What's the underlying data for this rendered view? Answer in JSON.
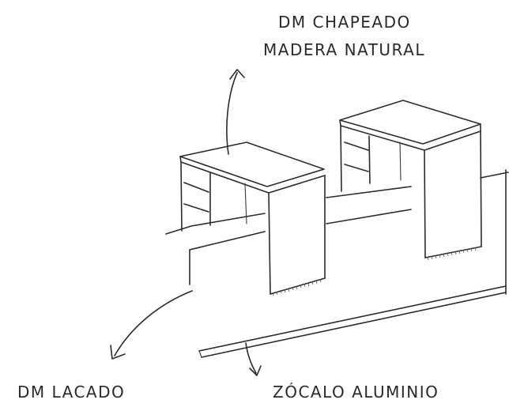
{
  "labels": {
    "top_line1": "DM CHAPEADO",
    "top_line2": "MADERA NATURAL",
    "bottom_left": "DM LACADO",
    "bottom_right": "ZÓCALO ALUMINIO"
  },
  "colors": {
    "ink": "#2b2b2b",
    "paper": "#ffffff"
  },
  "icons": [
    "arrow-up-icon",
    "arrow-down-left-icon",
    "arrow-down-icon"
  ]
}
